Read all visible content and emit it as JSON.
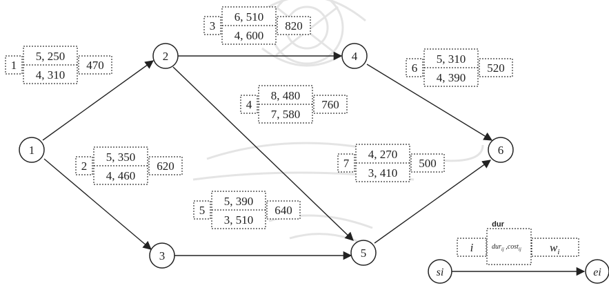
{
  "nodes": [
    {
      "id": "1"
    },
    {
      "id": "2"
    },
    {
      "id": "3"
    },
    {
      "id": "4"
    },
    {
      "id": "5"
    },
    {
      "id": "6"
    }
  ],
  "edges": [
    {
      "from": "1",
      "to": "2"
    },
    {
      "from": "1",
      "to": "3"
    },
    {
      "from": "2",
      "to": "4"
    },
    {
      "from": "2",
      "to": "5"
    },
    {
      "from": "3",
      "to": "5"
    },
    {
      "from": "4",
      "to": "6"
    },
    {
      "from": "5",
      "to": "6"
    }
  ],
  "activities": [
    {
      "i": "1",
      "top": "5, 250",
      "bottom": "4, 310",
      "w": "470"
    },
    {
      "i": "2",
      "top": "5, 350",
      "bottom": "4, 460",
      "w": "620"
    },
    {
      "i": "3",
      "top": "6, 510",
      "bottom": "4, 600",
      "w": "820"
    },
    {
      "i": "4",
      "top": "8, 480",
      "bottom": "7, 580",
      "w": "760"
    },
    {
      "i": "5",
      "top": "5, 390",
      "bottom": "3, 510",
      "w": "640"
    },
    {
      "i": "6",
      "top": "5, 310",
      "bottom": "4, 390",
      "w": "520"
    },
    {
      "i": "7",
      "top": "4, 270",
      "bottom": "3, 410",
      "w": "500"
    }
  ],
  "legend": {
    "title": "dur",
    "i": "i",
    "dur_cost_a": "dur",
    "dur_cost_a_sub": "ij",
    "dur_cost_b": " ,cost",
    "dur_cost_b_sub": "ij",
    "w": "w",
    "w_sub": "i",
    "start": "si",
    "end": "ei"
  },
  "colors": {
    "stroke": "#222222",
    "dotted": "#333333",
    "watermark": "#e4e4e4"
  }
}
